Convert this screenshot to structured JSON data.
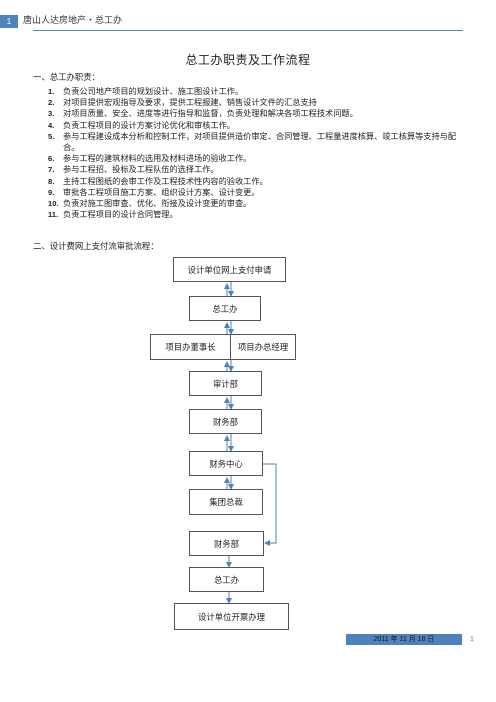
{
  "header": {
    "page_num": "1",
    "title": "唐山人达房地产・总工办"
  },
  "doc_title": "总工办职责及工作流程",
  "section1": {
    "heading": "一、总工办职责：",
    "items": [
      {
        "num": "1.",
        "text": "负责公司地产项目的规划设计、施工图设计工作。"
      },
      {
        "num": "2.",
        "text": "对项目提供宏观指导及要求，提供工程报建、销售设计文件的汇总支持"
      },
      {
        "num": "3.",
        "text": "对项目质量、安全、进度等进行指导和监督，负责处理和解决各项工程技术问题。"
      },
      {
        "num": "4.",
        "text": "负责工程项目的设计方案讨论优化和审核工作。"
      },
      {
        "num": "5.",
        "text": "参与工程建设成本分析和控制工作，对项目提供造价审定、合同管理、工程量进度核算、竣工核算等支持与配合。"
      },
      {
        "num": "6.",
        "text": "参与工程的建筑材料的选用及材料进场的验收工作。"
      },
      {
        "num": "7.",
        "text": "参与工程招、投标及工程队伍的选择工作。"
      },
      {
        "num": "8.",
        "text": "主持工程图纸的会审工作及工程技术性内容的验收工作。"
      },
      {
        "num": "9.",
        "text": "审批各工程项目施工方案、组织设计方案、设计变更。"
      },
      {
        "num": "10.",
        "text": "负责对施工图审查、优化、衔接及设计变更的审查。"
      },
      {
        "num": "11.",
        "text": "负责工程项目的设计合同管理。"
      }
    ]
  },
  "section2": {
    "heading": "二、设计费网上支付流审批流程："
  },
  "flow": {
    "apply": "设计单位网上支付申请",
    "chief1": "总工办",
    "project_chairman": "项目办董事长",
    "project_gm": "项目办总经理",
    "audit": "审计部",
    "finance1": "财务部",
    "finance_center": "财务中心",
    "group_president": "集团总裁",
    "finance2": "财务部",
    "chief2": "总工办",
    "invoice": "设计单位开票办理"
  },
  "footer": {
    "date": "2011 年 11 月 18 日",
    "page": "1"
  },
  "colors": {
    "accent": "#4f81bd",
    "arrow": "#4f81bd"
  }
}
